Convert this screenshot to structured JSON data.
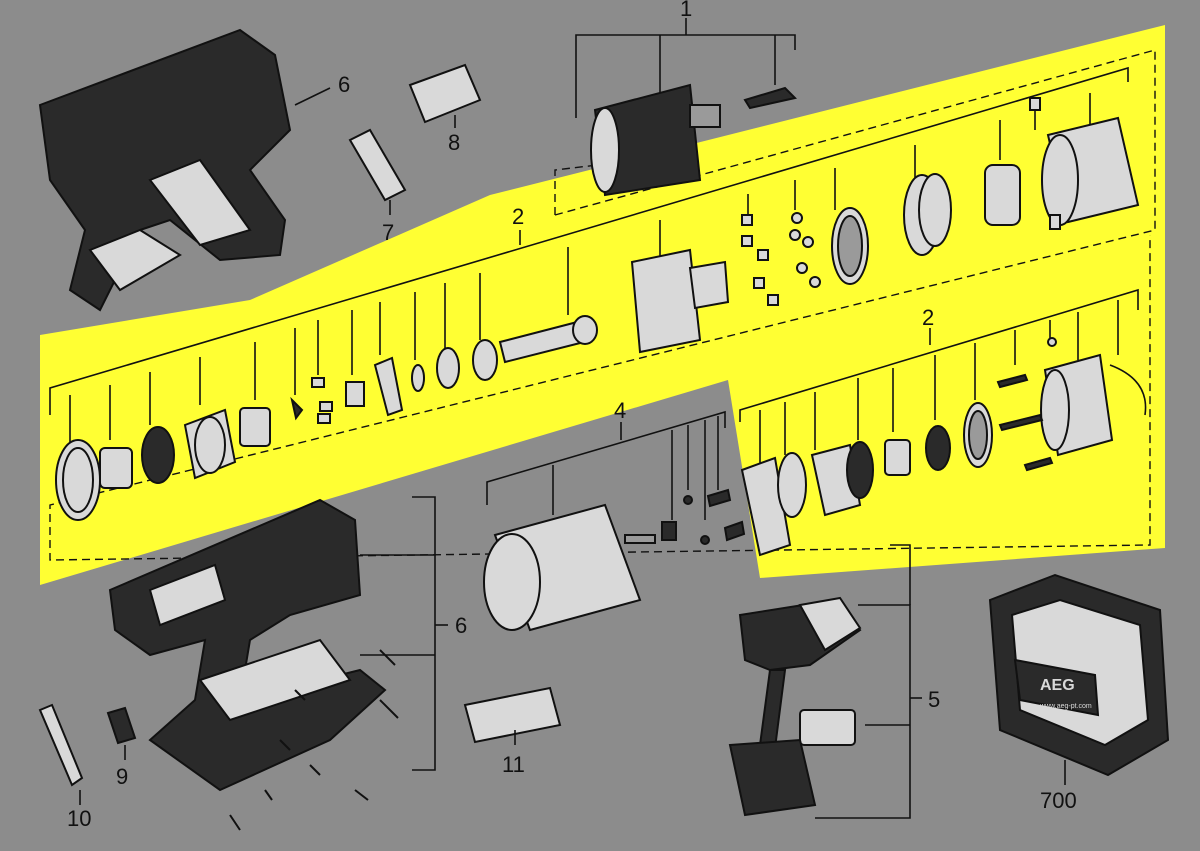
{
  "diagram": {
    "colors": {
      "background": "#8c8c8c",
      "highlight": "#ffff33",
      "ink": "#111111"
    },
    "labels": {
      "chuck_group": "1",
      "gearbox_upper": "2",
      "gearbox_lower": "2",
      "motor_group": "4",
      "switch_group": "5",
      "housing_top": "6",
      "housing_bottom": "6",
      "belt_clip": "7",
      "selector": "8",
      "bit_holder": "9",
      "bit": "10",
      "label_plate": "11",
      "case": "700"
    },
    "case_brand": "AEG",
    "case_url": "www.aeg-pt.com"
  }
}
